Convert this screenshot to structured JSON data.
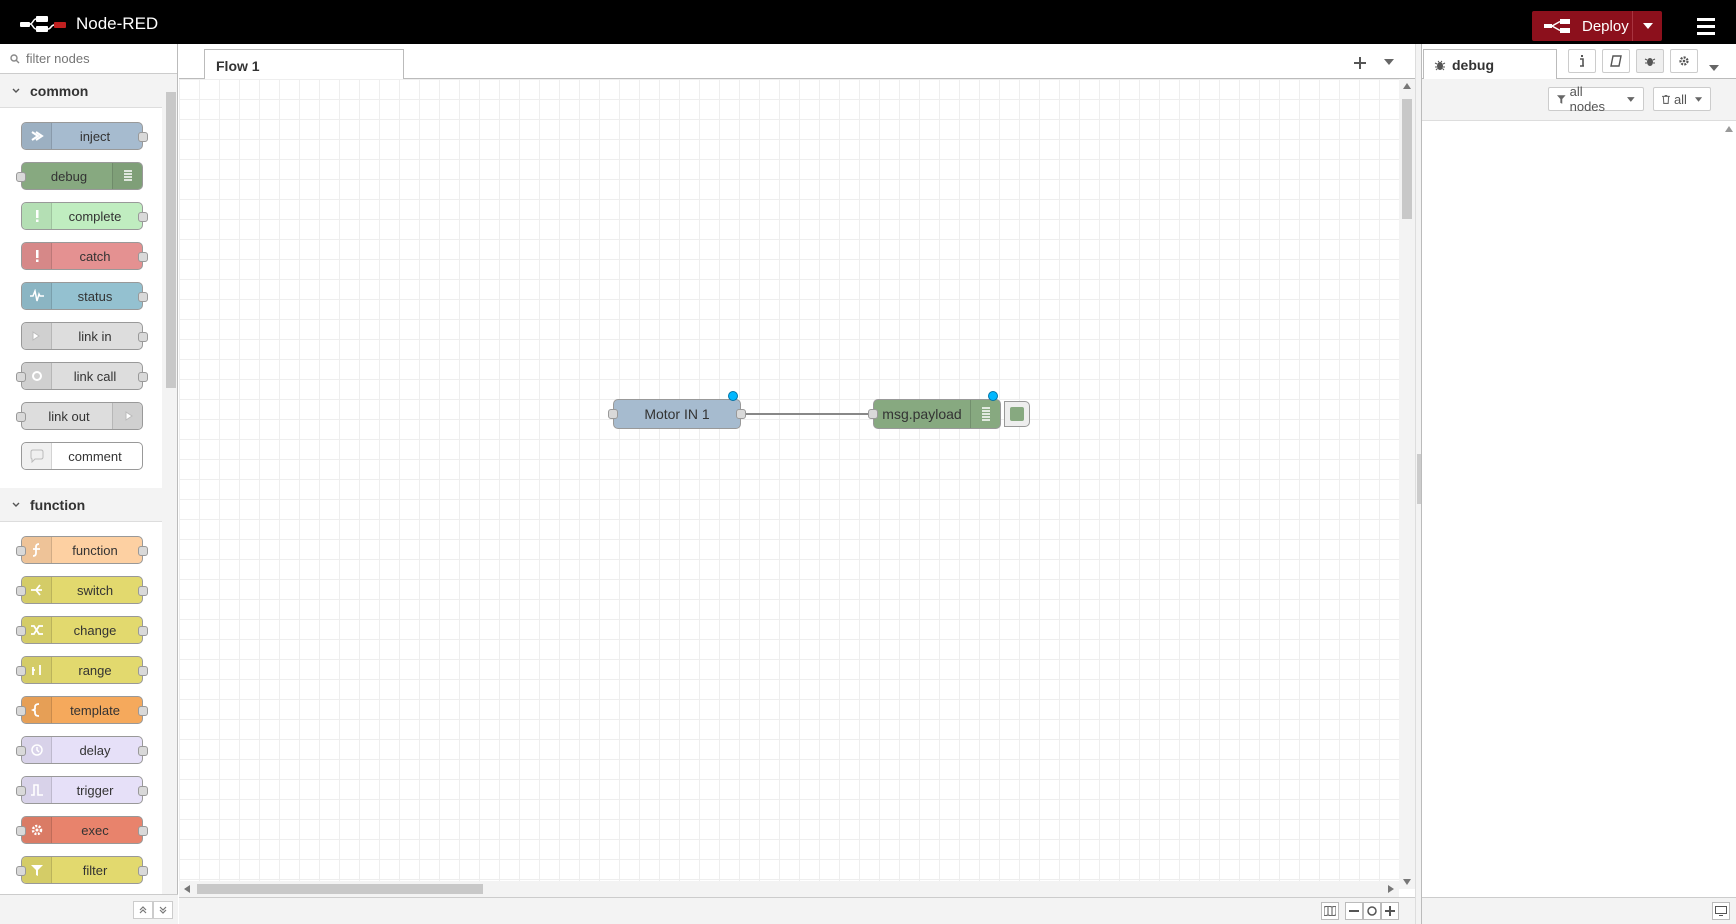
{
  "header": {
    "title": "Node-RED",
    "deploy_label": "Deploy"
  },
  "palette": {
    "search_placeholder": "filter nodes",
    "categories": [
      {
        "name": "common",
        "nodes": [
          {
            "label": "inject",
            "color": "#a6bbcf",
            "icon": "arrow-in-icon",
            "side": "left",
            "in": false,
            "out": true
          },
          {
            "label": "debug",
            "color": "#87a980",
            "icon": "list-icon",
            "side": "right",
            "in": true,
            "out": false
          },
          {
            "label": "complete",
            "color": "#c0edc0",
            "icon": "exclamation-icon",
            "side": "left",
            "in": false,
            "out": true
          },
          {
            "label": "catch",
            "color": "#e49191",
            "icon": "exclamation-icon",
            "side": "left",
            "in": false,
            "out": true
          },
          {
            "label": "status",
            "color": "#94c1d0",
            "icon": "pulse-icon",
            "side": "left",
            "in": false,
            "out": true
          },
          {
            "label": "link in",
            "color": "#dddddd",
            "icon": "link-in-icon",
            "side": "left",
            "in": false,
            "out": true
          },
          {
            "label": "link call",
            "color": "#dddddd",
            "icon": "link-call-icon",
            "side": "left",
            "in": true,
            "out": true
          },
          {
            "label": "link out",
            "color": "#dddddd",
            "icon": "link-out-icon",
            "side": "right",
            "in": true,
            "out": false
          },
          {
            "label": "comment",
            "color": "#ffffff",
            "icon": "comment-icon",
            "side": "left",
            "in": false,
            "out": false
          }
        ]
      },
      {
        "name": "function",
        "nodes": [
          {
            "label": "function",
            "color": "#fdd0a2",
            "icon": "function-icon",
            "side": "left",
            "in": true,
            "out": true
          },
          {
            "label": "switch",
            "color": "#e2d96e",
            "icon": "switch-icon",
            "side": "left",
            "in": true,
            "out": true
          },
          {
            "label": "change",
            "color": "#e2d96e",
            "icon": "shuffle-icon",
            "side": "left",
            "in": true,
            "out": true
          },
          {
            "label": "range",
            "color": "#e2d96e",
            "icon": "range-icon",
            "side": "left",
            "in": true,
            "out": true
          },
          {
            "label": "template",
            "color": "#f5a95c",
            "icon": "brace-icon",
            "side": "left",
            "in": true,
            "out": true
          },
          {
            "label": "delay",
            "color": "#e6e0f8",
            "icon": "timer-icon",
            "side": "left",
            "in": true,
            "out": true
          },
          {
            "label": "trigger",
            "color": "#e6e0f8",
            "icon": "trigger-icon",
            "side": "left",
            "in": true,
            "out": true
          },
          {
            "label": "exec",
            "color": "#e8836c",
            "icon": "gear-icon",
            "side": "left",
            "in": true,
            "out": true
          },
          {
            "label": "filter",
            "color": "#e2d96e",
            "icon": "filter-icon",
            "side": "left",
            "in": true,
            "out": true
          }
        ]
      }
    ]
  },
  "workspace": {
    "tab_label": "Flow 1",
    "nodes": {
      "motor": {
        "label": "Motor IN 1",
        "color": "#a6bbcf"
      },
      "payload": {
        "label": "msg.payload",
        "color": "#87a980"
      }
    }
  },
  "sidebar": {
    "tab_label": "debug",
    "filter_label": "all nodes",
    "clear_label": "all"
  }
}
